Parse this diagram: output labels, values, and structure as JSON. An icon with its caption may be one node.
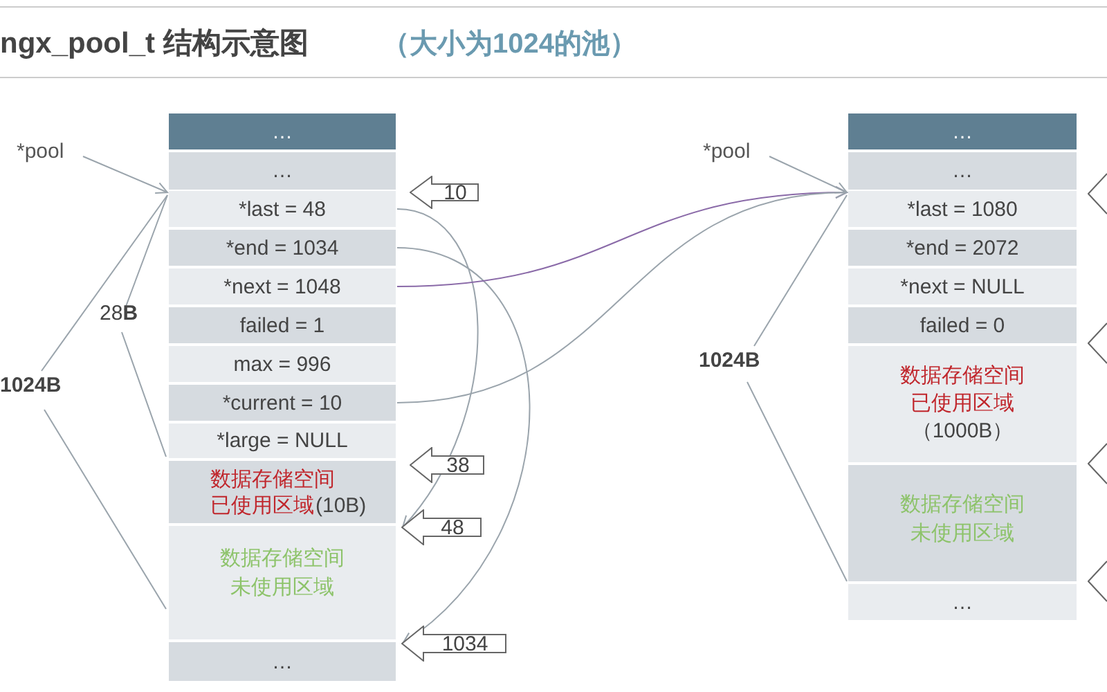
{
  "diagram": {
    "title": "ngx_pool_t 结构示意图",
    "nodes": [
      {
        "text": [
          "…"
        ]
      },
      {
        "text": [
          "…"
        ]
      },
      {
        "text": [
          "*last = 48"
        ]
      },
      {
        "text": [
          "*end = 1034"
        ]
      },
      {
        "text": [
          "*next = 1048"
        ]
      },
      {
        "text": [
          "failed = 1"
        ]
      },
      {
        "text": [
          "max = 996"
        ]
      },
      {
        "text": [
          "*current = 10"
        ]
      },
      {
        "text": [
          "*large = NULL"
        ]
      },
      {
        "text": [
          "数据存储空间已使用区域",
          "(10B)"
        ]
      },
      {
        "text": [
          "数据存储空间未使用区域"
        ]
      },
      {
        "text": [
          "…"
        ]
      },
      {
        "text": [
          "…"
        ]
      },
      {
        "text": [
          "…"
        ]
      },
      {
        "text": [
          "*last = 1080"
        ]
      },
      {
        "text": [
          "*end = 2072"
        ]
      },
      {
        "text": [
          "*next = NULL"
        ]
      },
      {
        "text": [
          "failed = 0"
        ]
      },
      {
        "text": [
          "数据存储空间已使用区域",
          "（1000B）"
        ]
      },
      {
        "text": [
          "数据存储空间未使用区域"
        ]
      },
      {
        "text": [
          "…"
        ]
      },
      {
        "text": [
          "*pool"
        ]
      },
      {
        "text": [
          "*pool"
        ]
      },
      {
        "text": [
          "10"
        ]
      },
      {
        "text": [
          "38"
        ]
      },
      {
        "text": [
          "48"
        ]
      },
      {
        "text": [
          "1034"
        ]
      },
      {
        "text": [],
        "shape": "arrow"
      },
      {
        "text": [],
        "shape": "arrow"
      },
      {
        "text": [],
        "shape": "arrow"
      },
      {
        "text": [],
        "shape": "arrow"
      }
    ],
    "edges": [
      {
        "from": 21,
        "to": 2,
        "arrow": "to"
      },
      {
        "from": 2,
        "to": 25,
        "arrow": "to"
      },
      {
        "from": 3,
        "to": 26,
        "arrow": "to"
      },
      {
        "from": 4,
        "to": 14,
        "arrow": "to",
        "color": "#8a6aa8"
      },
      {
        "from": 7,
        "to": 14,
        "arrow": "to"
      },
      {
        "from": 22,
        "to": 14,
        "arrow": "to"
      }
    ],
    "labels": [
      "（大小为1024的池）",
      "28**B**",
      "1024B",
      "1024B"
    ]
  }
}
